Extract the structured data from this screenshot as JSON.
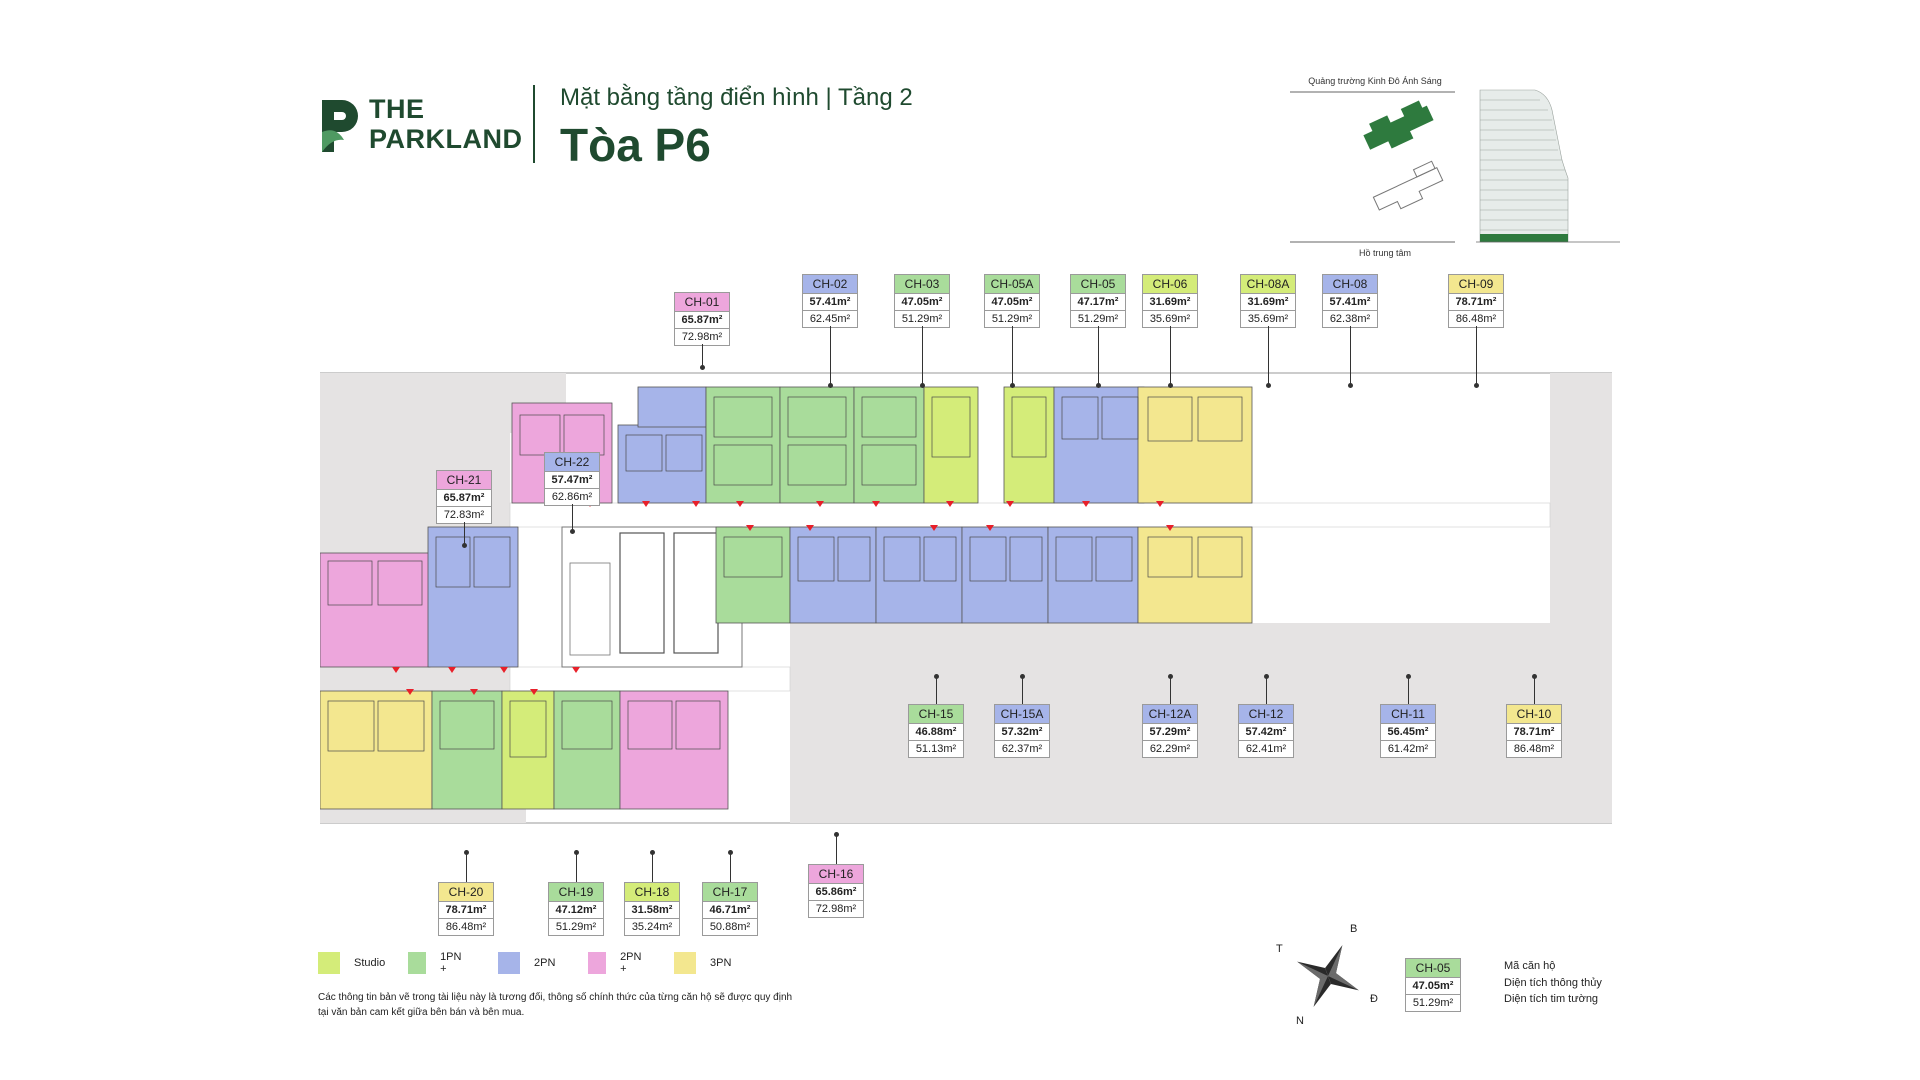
{
  "brand": {
    "line1": "THE",
    "line2": "PARKLAND"
  },
  "header": {
    "subtitle": "Mặt bằng tầng điển hình | Tầng 2",
    "tower": "Tòa P6"
  },
  "site_map": {
    "top_label": "Quảng trường Kinh Đô Ánh Sáng",
    "bottom_label": "Hồ trung tâm"
  },
  "colors": {
    "studio": "#d4ec79",
    "one_br": "#a9dc9b",
    "two_br": "#a6b4e9",
    "two_br_plus": "#eda6dc",
    "three_br": "#f3e78f",
    "common": "#e5e3e3",
    "brand": "#1f4a2f"
  },
  "legend": [
    {
      "key": "studio",
      "label": "Studio"
    },
    {
      "key": "one_br",
      "label": "1PN +"
    },
    {
      "key": "two_br",
      "label": "2PN"
    },
    {
      "key": "two_br_plus",
      "label": "2PN +"
    },
    {
      "key": "three_br",
      "label": "3PN"
    }
  ],
  "units": [
    {
      "code": "CH-01",
      "type": "two_br_plus",
      "net": "65.87m²",
      "gross": "72.98m²"
    },
    {
      "code": "CH-02",
      "type": "two_br",
      "net": "57.41m²",
      "gross": "62.45m²"
    },
    {
      "code": "CH-03",
      "type": "one_br",
      "net": "47.05m²",
      "gross": "51.29m²"
    },
    {
      "code": "CH-05A",
      "type": "one_br",
      "net": "47.05m²",
      "gross": "51.29m²"
    },
    {
      "code": "CH-05",
      "type": "one_br",
      "net": "47.17m²",
      "gross": "51.29m²"
    },
    {
      "code": "CH-06",
      "type": "studio",
      "net": "31.69m²",
      "gross": "35.69m²"
    },
    {
      "code": "CH-08A",
      "type": "studio",
      "net": "31.69m²",
      "gross": "35.69m²"
    },
    {
      "code": "CH-08",
      "type": "two_br",
      "net": "57.41m²",
      "gross": "62.38m²"
    },
    {
      "code": "CH-09",
      "type": "three_br",
      "net": "78.71m²",
      "gross": "86.48m²"
    },
    {
      "code": "CH-21",
      "type": "two_br_plus",
      "net": "65.87m²",
      "gross": "72.83m²"
    },
    {
      "code": "CH-22",
      "type": "two_br",
      "net": "57.47m²",
      "gross": "62.86m²"
    },
    {
      "code": "CH-15",
      "type": "one_br",
      "net": "46.88m²",
      "gross": "51.13m²"
    },
    {
      "code": "CH-15A",
      "type": "two_br",
      "net": "57.32m²",
      "gross": "62.37m²"
    },
    {
      "code": "CH-12A",
      "type": "two_br",
      "net": "57.29m²",
      "gross": "62.29m²"
    },
    {
      "code": "CH-12",
      "type": "two_br",
      "net": "57.42m²",
      "gross": "62.41m²"
    },
    {
      "code": "CH-11",
      "type": "two_br",
      "net": "56.45m²",
      "gross": "61.42m²"
    },
    {
      "code": "CH-10",
      "type": "three_br",
      "net": "78.71m²",
      "gross": "86.48m²"
    },
    {
      "code": "CH-20",
      "type": "three_br",
      "net": "78.71m²",
      "gross": "86.48m²"
    },
    {
      "code": "CH-19",
      "type": "one_br",
      "net": "47.12m²",
      "gross": "51.29m²"
    },
    {
      "code": "CH-18",
      "type": "studio",
      "net": "31.58m²",
      "gross": "35.24m²"
    },
    {
      "code": "CH-17",
      "type": "one_br",
      "net": "46.71m²",
      "gross": "50.88m²"
    },
    {
      "code": "CH-16",
      "type": "two_br_plus",
      "net": "65.86m²",
      "gross": "72.98m²"
    }
  ],
  "compass": {
    "b": "B",
    "t": "T",
    "d": "Đ",
    "n": "N"
  },
  "key": {
    "code": "CH-05",
    "net": "47.05m²",
    "gross": "51.29m²",
    "code_desc": "Mã căn hộ",
    "net_desc": "Diện tích thông thủy",
    "gross_desc": "Diện tích tim tường"
  },
  "note": "Các thông tin bản vẽ trong tài liệu này là tương đối, thông số chính thức của từng căn hộ sẽ được quy định tại văn bản cam kết giữa bên bán và bên mua."
}
